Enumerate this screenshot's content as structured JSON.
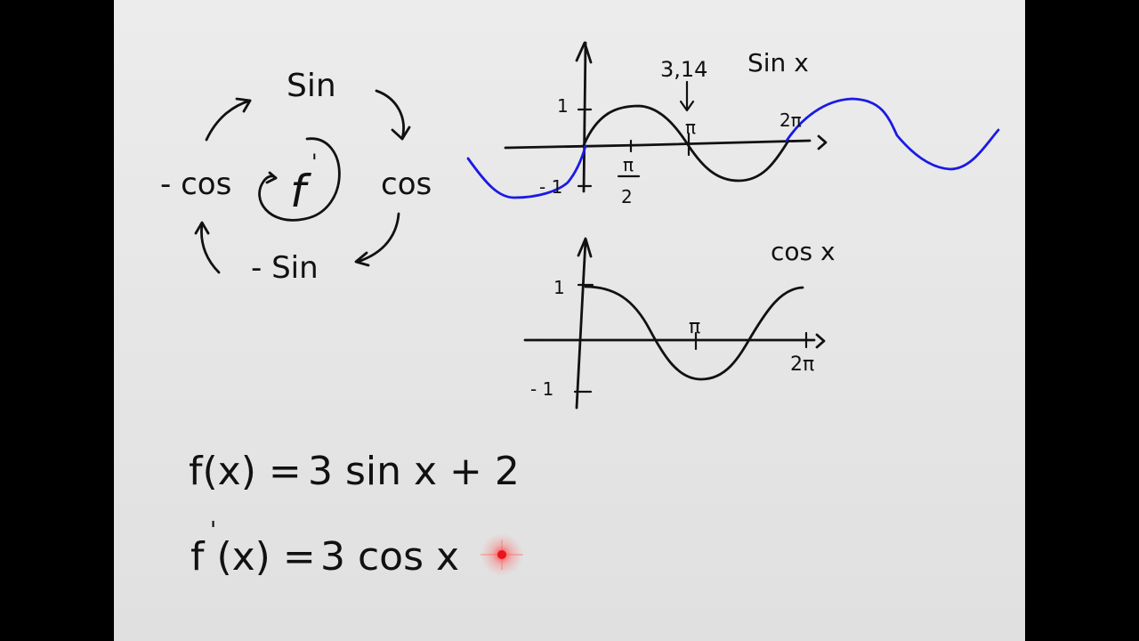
{
  "colors": {
    "ink": "#111111",
    "sin_extension": "#1a1ae6",
    "pointer": "#e8141e",
    "paper": "#e6e6e6",
    "frame": "#000000"
  },
  "cycle": {
    "top": "Sin",
    "right": "cos",
    "bottom": "- Sin",
    "left": "- cos",
    "center": "f",
    "center_prime": "'"
  },
  "sin_graph": {
    "title": "Sin x",
    "pi_value": "3,14",
    "y_top": "1",
    "y_bottom": "- 1",
    "half_pi_num": "π",
    "half_pi_den": "2",
    "pi": "π",
    "two_pi": "2π"
  },
  "cos_graph": {
    "title": "cos x",
    "y_top": "1",
    "y_bottom": "- 1",
    "pi": "π",
    "two_pi": "2π"
  },
  "equations": {
    "f_lhs": "f(x) =",
    "f_rhs": "3  sin x + 2",
    "fp_lhs": "f (x) =",
    "fp_prime": "'",
    "fp_rhs": "3  cos x"
  }
}
